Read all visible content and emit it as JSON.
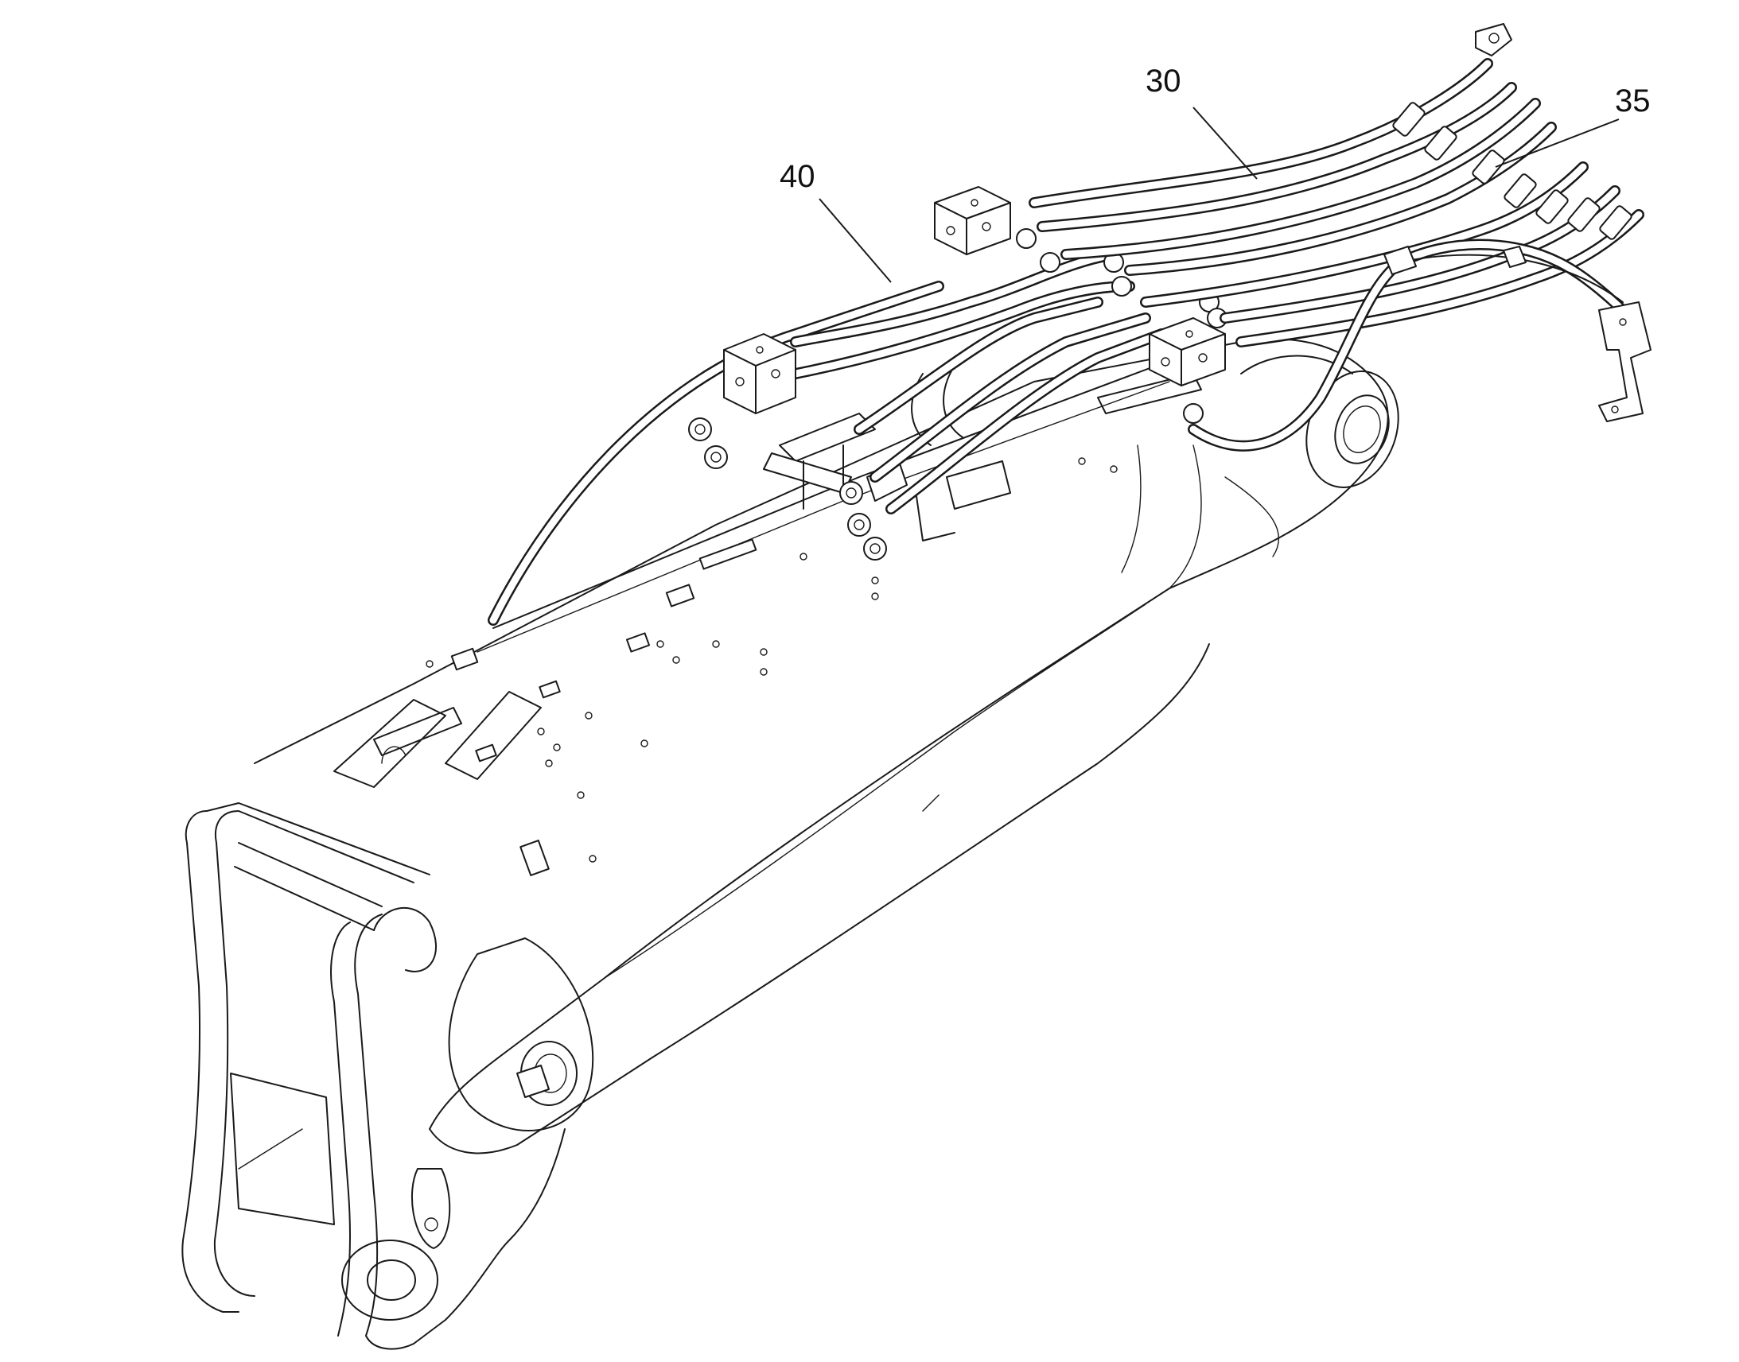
{
  "reference_numerals": {
    "hoses_30": "30",
    "harness_35": "35",
    "hoses_40": "40"
  }
}
